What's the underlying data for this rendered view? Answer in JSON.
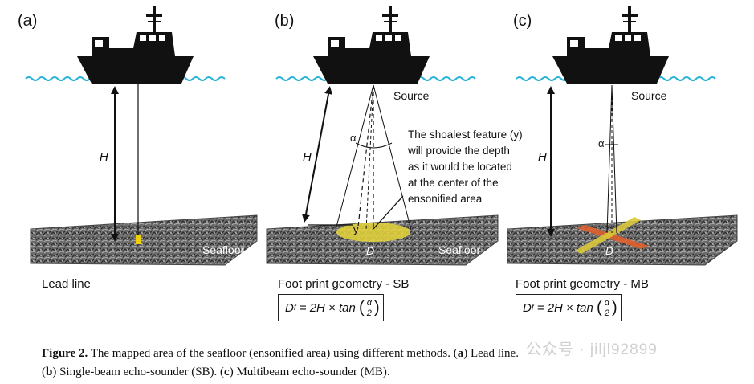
{
  "panels": [
    {
      "letter": "(a)",
      "depth_label": "H",
      "seafloor_label": "Seafloor",
      "caption": "Lead line"
    },
    {
      "letter": "(b)",
      "depth_label": "H",
      "source_label": "Source",
      "angle_label": "α",
      "feature_label": "y",
      "footprint_label": "D",
      "seafloor_label": "Seafloor",
      "annotation": [
        "The shoalest feature (y)",
        "will provide the depth",
        "as it would be located",
        "at the center of the",
        "ensonified area"
      ],
      "caption": "Foot print geometry - SB",
      "formula": {
        "lhs": "D",
        "sub": "f",
        "mid": " = 2H × tan ",
        "num": "α",
        "den": "2"
      }
    },
    {
      "letter": "(c)",
      "depth_label": "H",
      "source_label": "Source",
      "angle_label": "α",
      "footprint_label": "D",
      "caption": "Foot print geometry - MB",
      "formula": {
        "lhs": "D",
        "sub": "f",
        "mid": " = 2H × tan ",
        "num": "α",
        "den": "2"
      }
    }
  ],
  "figure_caption": {
    "label": "Figure 2.",
    "text1": " The mapped area of the seafloor (ensonified area) using different methods. (",
    "a": "a",
    "text2": ") Lead line.",
    "b": "b",
    "text3": ") Single-beam echo-sounder (SB). (",
    "c": "c",
    "text4": ") Multibeam echo-sounder (MB)."
  },
  "watermark": "公众号 · jiljl92899",
  "colors": {
    "water": "#2ab3d6",
    "ship": "#111111",
    "footprint_sb": "#e8d63a",
    "beam_mb_1": "#e0612d",
    "beam_mb_2": "#dcc93a",
    "lead_weight": "#f0d000"
  }
}
